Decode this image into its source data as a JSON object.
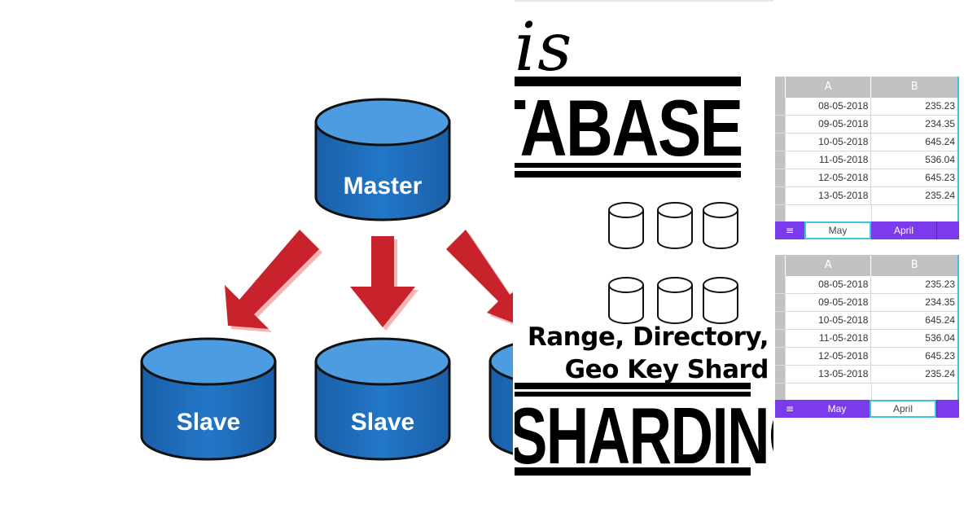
{
  "diagram": {
    "master_label": "Master",
    "slave_labels": [
      "Slave",
      "Slave"
    ],
    "colors": {
      "db_fill": "#1f6fbf",
      "db_top": "#4d9be0",
      "outline": "#111111",
      "arrow": "#c8232c",
      "arrow_shadow": "#f4b3b3"
    }
  },
  "poster": {
    "top_word": "is",
    "big_word_1": "TABASE",
    "big_word_2": "SHARDING",
    "caption_line_1": "Range, Directory,",
    "caption_line_2": "Geo Key Shard"
  },
  "sheets": [
    {
      "col_a": "A",
      "col_b": "B",
      "rows": [
        {
          "a": "08-05-2018",
          "b": "235.23"
        },
        {
          "a": "09-05-2018",
          "b": "234.35"
        },
        {
          "a": "10-05-2018",
          "b": "645.24"
        },
        {
          "a": "11-05-2018",
          "b": "536.04"
        },
        {
          "a": "12-05-2018",
          "b": "645.23"
        },
        {
          "a": "13-05-2018",
          "b": "235.24"
        }
      ],
      "menu_icon": "≡",
      "tabs": [
        {
          "label": "May",
          "active": true
        },
        {
          "label": "April",
          "active": false
        }
      ]
    },
    {
      "col_a": "A",
      "col_b": "B",
      "rows": [
        {
          "a": "08-05-2018",
          "b": "235.23"
        },
        {
          "a": "09-05-2018",
          "b": "234.35"
        },
        {
          "a": "10-05-2018",
          "b": "645.24"
        },
        {
          "a": "11-05-2018",
          "b": "536.04"
        },
        {
          "a": "12-05-2018",
          "b": "645.23"
        },
        {
          "a": "13-05-2018",
          "b": "235.24"
        }
      ],
      "menu_icon": "≡",
      "tabs": [
        {
          "label": "May",
          "active": false
        },
        {
          "label": "April",
          "active": true
        }
      ]
    }
  ]
}
